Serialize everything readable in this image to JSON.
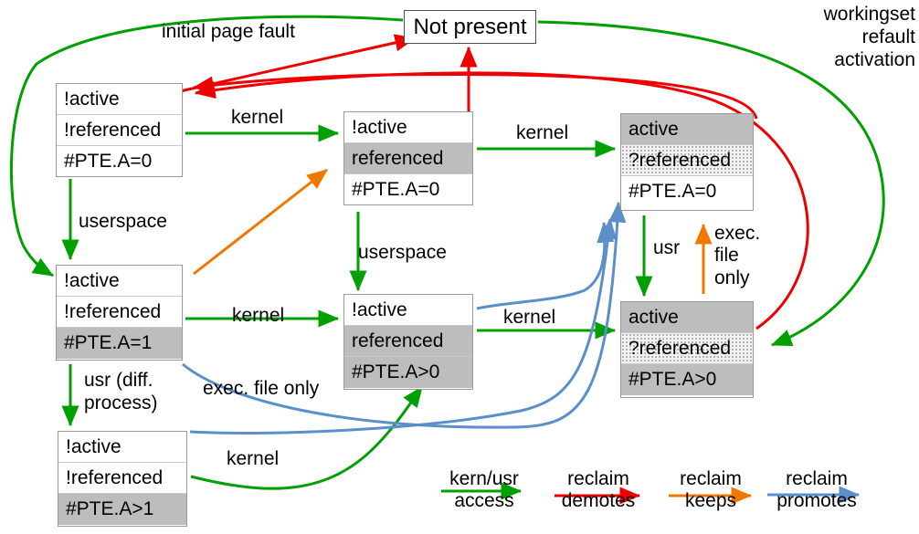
{
  "diagram": {
    "title": "Linux page cache / LRU state machine",
    "colors": {
      "green": "#00a000",
      "red": "#ee0000",
      "orange": "#f07800",
      "blue": "#5b8fc9",
      "gray_fill": "#bdbdbd",
      "dot_fill": "#f2f2f2",
      "box_border": "#9a9a9a",
      "text": "#000000"
    },
    "nodes": [
      {
        "id": "not-present",
        "kind": "simple",
        "label": "Not present"
      },
      {
        "id": "inactive-unref-a0",
        "kind": "state",
        "rows": [
          {
            "text": "!active",
            "fill": "white"
          },
          {
            "text": "!referenced",
            "fill": "white"
          },
          {
            "text": "#PTE.A=0",
            "fill": "white"
          }
        ]
      },
      {
        "id": "inactive-ref-a0",
        "kind": "state",
        "rows": [
          {
            "text": "!active",
            "fill": "white"
          },
          {
            "text": "referenced",
            "fill": "gray"
          },
          {
            "text": "#PTE.A=0",
            "fill": "white"
          }
        ]
      },
      {
        "id": "active-qref-a0",
        "kind": "state",
        "rows": [
          {
            "text": "active",
            "fill": "gray"
          },
          {
            "text": "?referenced",
            "fill": "dots"
          },
          {
            "text": "#PTE.A=0",
            "fill": "white"
          }
        ]
      },
      {
        "id": "inactive-unref-a1",
        "kind": "state",
        "rows": [
          {
            "text": "!active",
            "fill": "white"
          },
          {
            "text": "!referenced",
            "fill": "white"
          },
          {
            "text": "#PTE.A=1",
            "fill": "gray"
          }
        ]
      },
      {
        "id": "inactive-ref-agt0",
        "kind": "state",
        "rows": [
          {
            "text": "!active",
            "fill": "white"
          },
          {
            "text": "referenced",
            "fill": "gray"
          },
          {
            "text": "#PTE.A>0",
            "fill": "gray"
          }
        ]
      },
      {
        "id": "active-qref-agt0",
        "kind": "state",
        "rows": [
          {
            "text": "active",
            "fill": "gray"
          },
          {
            "text": "?referenced",
            "fill": "dots"
          },
          {
            "text": "#PTE.A>0",
            "fill": "gray"
          }
        ]
      },
      {
        "id": "inactive-unref-agt1",
        "kind": "state",
        "rows": [
          {
            "text": "!active",
            "fill": "white"
          },
          {
            "text": "!referenced",
            "fill": "white"
          },
          {
            "text": "#PTE.A>1",
            "fill": "gray"
          }
        ]
      }
    ],
    "edge_labels": {
      "initial_page_fault": "initial page fault",
      "workingset": "workingset\nrefault\nactivation",
      "kernel_1": "kernel",
      "kernel_2": "kernel",
      "kernel_3": "kernel",
      "kernel_4": "kernel",
      "kernel_5": "kernel",
      "userspace_1": "userspace",
      "userspace_2": "userspace",
      "usr_diff_process": "usr (diff.\nprocess)",
      "usr": "usr",
      "exec_file_only_orange": "exec.\nfile\nonly",
      "exec_file_only_blue": "exec. file only"
    },
    "legend": [
      {
        "id": "kern-usr-access",
        "label": "kern/usr\naccess",
        "color": "#00a000"
      },
      {
        "id": "reclaim-demotes",
        "label": "reclaim\ndemotes",
        "color": "#ee0000"
      },
      {
        "id": "reclaim-keeps",
        "label": "reclaim\nkeeps",
        "color": "#f07800"
      },
      {
        "id": "reclaim-promotes",
        "label": "reclaim\npromotes",
        "color": "#5b8fc9"
      }
    ]
  }
}
